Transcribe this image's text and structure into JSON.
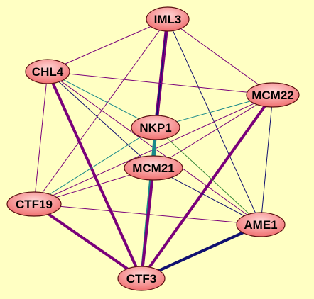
{
  "colors": {
    "background": "#ffffc3",
    "node_fill_light": "#ffd6d6",
    "node_fill_dark": "#f07070",
    "node_stroke": "#5a1010",
    "edge_purple": "#7a007a",
    "edge_teal": "#1a8a8a",
    "edge_navy": "#101070",
    "edge_green": "#3a8a3a"
  },
  "graph": {
    "nodes": [
      {
        "id": "IML3",
        "label": "IML3"
      },
      {
        "id": "CHL4",
        "label": "CHL4"
      },
      {
        "id": "MCM22",
        "label": "MCM22"
      },
      {
        "id": "NKP1",
        "label": "NKP1"
      },
      {
        "id": "MCM21",
        "label": "MCM21"
      },
      {
        "id": "CTF19",
        "label": "CTF19"
      },
      {
        "id": "AME1",
        "label": "AME1"
      },
      {
        "id": "CTF3",
        "label": "CTF3"
      }
    ],
    "edges": [
      {
        "source": "IML3",
        "target": "CHL4",
        "color": "purple",
        "weight": "thin"
      },
      {
        "source": "IML3",
        "target": "MCM22",
        "color": "purple",
        "weight": "thin"
      },
      {
        "source": "IML3",
        "target": "NKP1",
        "color": "navy",
        "weight": "thick",
        "overlay": "purple"
      },
      {
        "source": "IML3",
        "target": "CTF19",
        "color": "purple",
        "weight": "thin"
      },
      {
        "source": "IML3",
        "target": "MCM21",
        "color": "purple",
        "weight": "thin"
      },
      {
        "source": "IML3",
        "target": "AME1",
        "color": "navy",
        "weight": "thin"
      },
      {
        "source": "IML3",
        "target": "CTF3",
        "color": "purple",
        "weight": "thin"
      },
      {
        "source": "CHL4",
        "target": "MCM22",
        "color": "purple",
        "weight": "thin"
      },
      {
        "source": "CHL4",
        "target": "NKP1",
        "color": "teal",
        "weight": "thin"
      },
      {
        "source": "CHL4",
        "target": "MCM21",
        "color": "navy",
        "weight": "thin"
      },
      {
        "source": "CHL4",
        "target": "CTF19",
        "color": "purple",
        "weight": "thin"
      },
      {
        "source": "CHL4",
        "target": "AME1",
        "color": "purple",
        "weight": "thin"
      },
      {
        "source": "CHL4",
        "target": "CTF3",
        "color": "purple",
        "weight": "thick"
      },
      {
        "source": "MCM22",
        "target": "NKP1",
        "color": "teal",
        "weight": "thin"
      },
      {
        "source": "MCM22",
        "target": "MCM21",
        "color": "purple",
        "weight": "thin"
      },
      {
        "source": "MCM22",
        "target": "CTF19",
        "color": "purple",
        "weight": "thin"
      },
      {
        "source": "MCM22",
        "target": "AME1",
        "color": "navy",
        "weight": "thin"
      },
      {
        "source": "MCM22",
        "target": "CTF3",
        "color": "purple",
        "weight": "thick"
      },
      {
        "source": "NKP1",
        "target": "MCM21",
        "color": "teal",
        "weight": "thick"
      },
      {
        "source": "NKP1",
        "target": "CTF19",
        "color": "teal",
        "weight": "thin"
      },
      {
        "source": "NKP1",
        "target": "AME1",
        "color": "green",
        "weight": "thin"
      },
      {
        "source": "NKP1",
        "target": "CTF3",
        "color": "teal",
        "weight": "thick"
      },
      {
        "source": "MCM21",
        "target": "CTF19",
        "color": "purple",
        "weight": "thin"
      },
      {
        "source": "MCM21",
        "target": "AME1",
        "color": "navy",
        "weight": "thin"
      },
      {
        "source": "MCM21",
        "target": "CTF3",
        "color": "purple",
        "weight": "thick"
      },
      {
        "source": "CTF19",
        "target": "AME1",
        "color": "purple",
        "weight": "thin"
      },
      {
        "source": "CTF19",
        "target": "CTF3",
        "color": "purple",
        "weight": "thick"
      },
      {
        "source": "AME1",
        "target": "CTF3",
        "color": "navy",
        "weight": "thick"
      }
    ]
  }
}
